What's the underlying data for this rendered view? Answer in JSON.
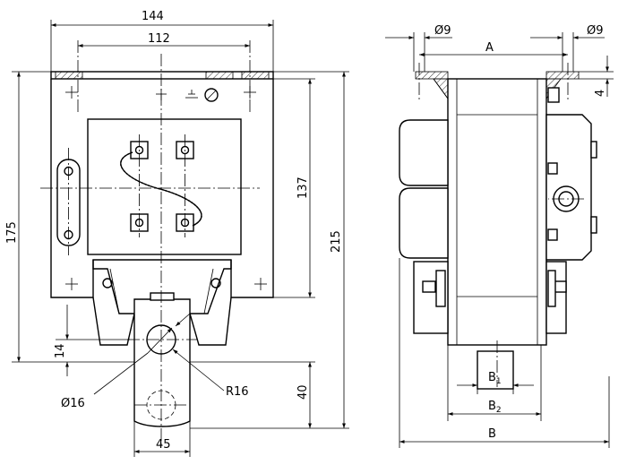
{
  "front_view": {
    "dim_144": "144",
    "dim_112": "112",
    "dim_175": "175",
    "dim_137": "137",
    "dim_215": "215",
    "dim_14": "14",
    "dim_40": "40",
    "dim_45": "45",
    "dim_d16": "Ø16",
    "dim_r16": "R16"
  },
  "side_view": {
    "dim_d9_left": "Ø9",
    "dim_d9_right": "Ø9",
    "dim_a": "A",
    "dim_4": "4",
    "dim_b1": "B",
    "dim_b1_sub": "1",
    "dim_b2": "B",
    "dim_b2_sub": "2",
    "dim_b": "B"
  }
}
